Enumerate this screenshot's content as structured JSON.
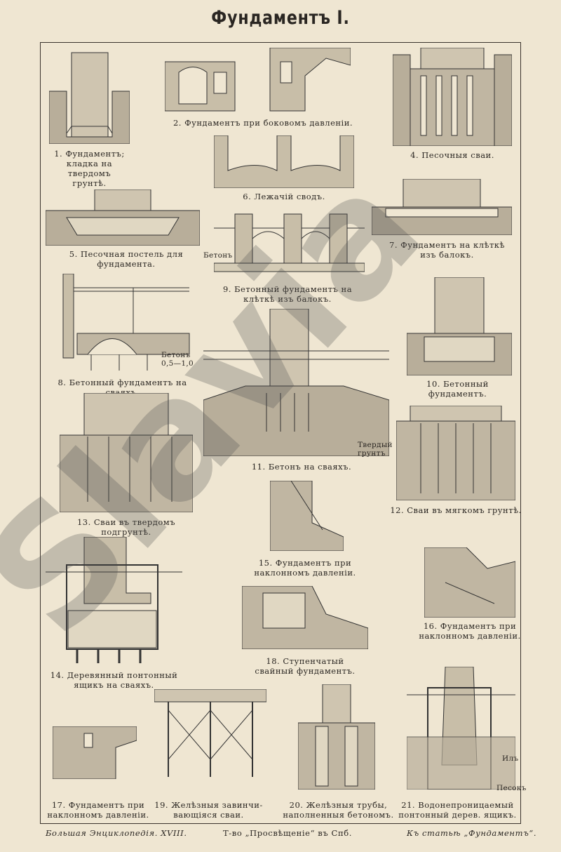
{
  "title": "Фундаментъ I.",
  "captions": {
    "c1": "1. Фундаментъ;\nкладка на твердомъ\nгрунтѣ.",
    "c2": "2. Фундаментъ при боковомъ давленіи.",
    "c4": "4. Песочныя сваи.",
    "c5": "5. Песочная постель для\nфундамента.",
    "c6": "6. Лежачій сводъ.",
    "c7": "7. Фундаментъ на клѣткѣ\nизъ балокъ.",
    "c8": "8. Бетонный фундаментъ на сваяхъ.",
    "c9": "9. Бетонный фундаментъ на\nклѣткѣ изъ балокъ.",
    "c10": "10. Бетонный фундаментъ.",
    "c11": "11. Бетонъ на сваяхъ.",
    "c12": "12. Сваи въ мягкомъ грунтѣ.",
    "c13": "13. Сваи въ твердомъ подгрунтѣ.",
    "c14": "14. Деревянный понтонный\nящикъ на сваяхъ.",
    "c15": "15. Фундаментъ при\nнаклонномъ давленіи.",
    "c16": "16. Фундаментъ при\nнаклонномъ давленіи.",
    "c17": "17. Фундаментъ при\nнаклонномъ давленіи.",
    "c18": "18. Ступенчатый\nсвайный фундаментъ.",
    "c19": "19. Желѣзныя завинчи-\nвающіяся сваи.",
    "c20": "20. Желѣзныя трубы,\nнаполненныя бетономъ.",
    "c21": "21. Водонепроницаемый\nпонтонный дерев. ящикъ."
  },
  "labels": {
    "beton9": "Бетонъ",
    "beton8": "Бетонъ\n0,5—1,0",
    "solid11": "Твердый\nгрунтъ",
    "il21": "Илъ",
    "sand21": "Песокъ"
  },
  "footer": {
    "left": "Большая Энциклопедія. XVIII.",
    "center": "Т-во „Просвѣщеніе“ въ Спб.",
    "right": "Къ статьѣ „Фундаментъ“."
  },
  "watermark": "Slavia"
}
